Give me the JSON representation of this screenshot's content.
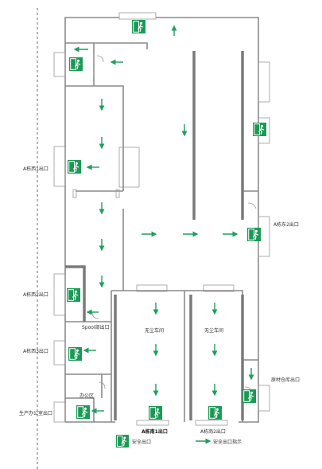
{
  "labels": {
    "a_west1": "A栋西1出口",
    "a_west2": "A栋西2出口",
    "a_west3": "A栋西3出口",
    "a_east2": "A栋东2出口",
    "spool": "Spool部出口",
    "office": "办公区",
    "prod_office_exit": "生产办公室出口",
    "clean_room_1": "无尘车间",
    "clean_room_2": "无尘车间",
    "a_south1": "A栋南1出口",
    "a_south2": "A栋南2出口",
    "material_exit": "原材仓库出口"
  },
  "legend": {
    "exit_label": "安全出口",
    "arrow_label": "安全出口指示"
  },
  "colors": {
    "exit_green": "#1a9a55",
    "arrow_green": "#1f9e5f",
    "wall": "#8a8a8a",
    "dashed_line": "#3a3aa0"
  },
  "icons": [
    "exit-sign-icon",
    "direction-arrow-icon"
  ]
}
